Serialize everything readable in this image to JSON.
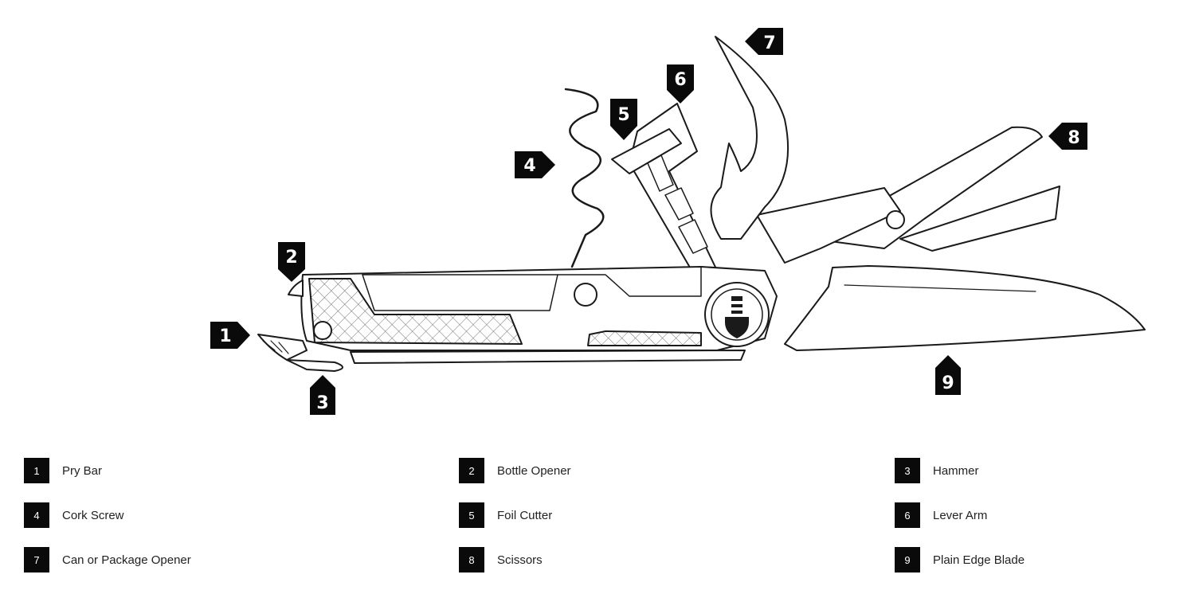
{
  "callouts": [
    {
      "number": "1",
      "name": "Pry Bar"
    },
    {
      "number": "2",
      "name": "Bottle Opener"
    },
    {
      "number": "3",
      "name": "Hammer"
    },
    {
      "number": "4",
      "name": "Cork Screw"
    },
    {
      "number": "5",
      "name": "Foil Cutter"
    },
    {
      "number": "6",
      "name": "Lever Arm"
    },
    {
      "number": "7",
      "name": "Can or Package Opener"
    },
    {
      "number": "8",
      "name": "Scissors"
    },
    {
      "number": "9",
      "name": "Plain Edge Blade"
    }
  ],
  "colors": {
    "outline": "#1a1a1a",
    "tag": "#0a0a0a",
    "background": "#ffffff"
  }
}
